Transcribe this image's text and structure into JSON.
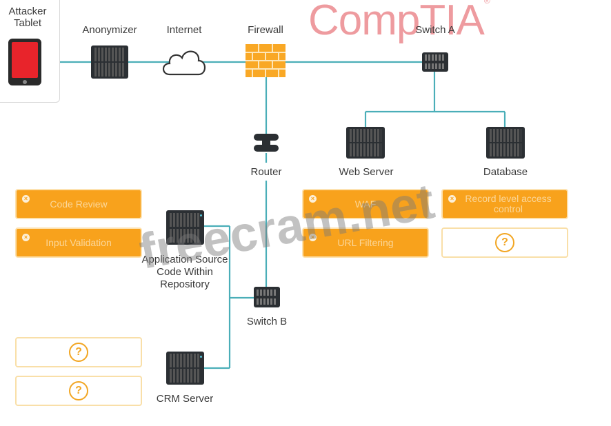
{
  "logo": {
    "text": "CompTIA",
    "mark": "®"
  },
  "watermark": "freecram.net",
  "nodes": {
    "attacker_tablet": "Attacker Tablet",
    "anonymizer": "Anonymizer",
    "internet": "Internet",
    "firewall": "Firewall",
    "switch_a": "Switch A",
    "router": "Router",
    "web_server": "Web Server",
    "database": "Database",
    "app_source": "Application Source Code Within Repository",
    "switch_b": "Switch B",
    "crm_server": "CRM Server"
  },
  "options": {
    "code_review": "Code Review",
    "input_validation": "Input Validation",
    "waf": "WAF",
    "url_filtering": "URL Filtering",
    "record_level_access": "Record level access control"
  },
  "placeholders": {
    "qmark": "?"
  },
  "colors": {
    "line": "#4aaeb8",
    "orange": "#f8a21c",
    "firewall": "#f9a825",
    "tablet": "#e8242b",
    "logo": "#ec8a8f"
  },
  "icons": [
    "tablet-icon",
    "server-icon",
    "cloud-icon",
    "firewall-icon",
    "switch-icon",
    "router-icon",
    "question-icon",
    "close-icon"
  ]
}
